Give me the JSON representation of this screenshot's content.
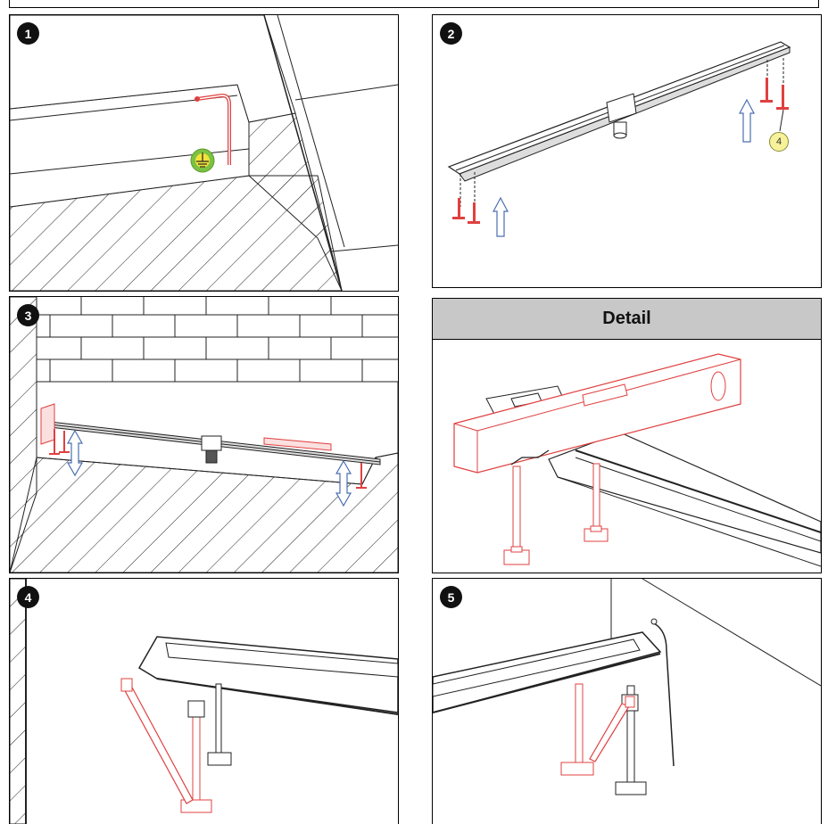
{
  "steps": [
    {
      "number": "1"
    },
    {
      "number": "2"
    },
    {
      "number": "3"
    },
    {
      "number": "4"
    },
    {
      "number": "5"
    }
  ],
  "detail": {
    "title": "Detail"
  },
  "callout_label": "4",
  "colors": {
    "line": "#1a1a1a",
    "accent_red": "#e04040",
    "arrow_blue": "#4a6fb0",
    "ground_green": "#7cc242",
    "ground_yellow": "#f2e33a",
    "header_grey": "#c8c8c8"
  }
}
